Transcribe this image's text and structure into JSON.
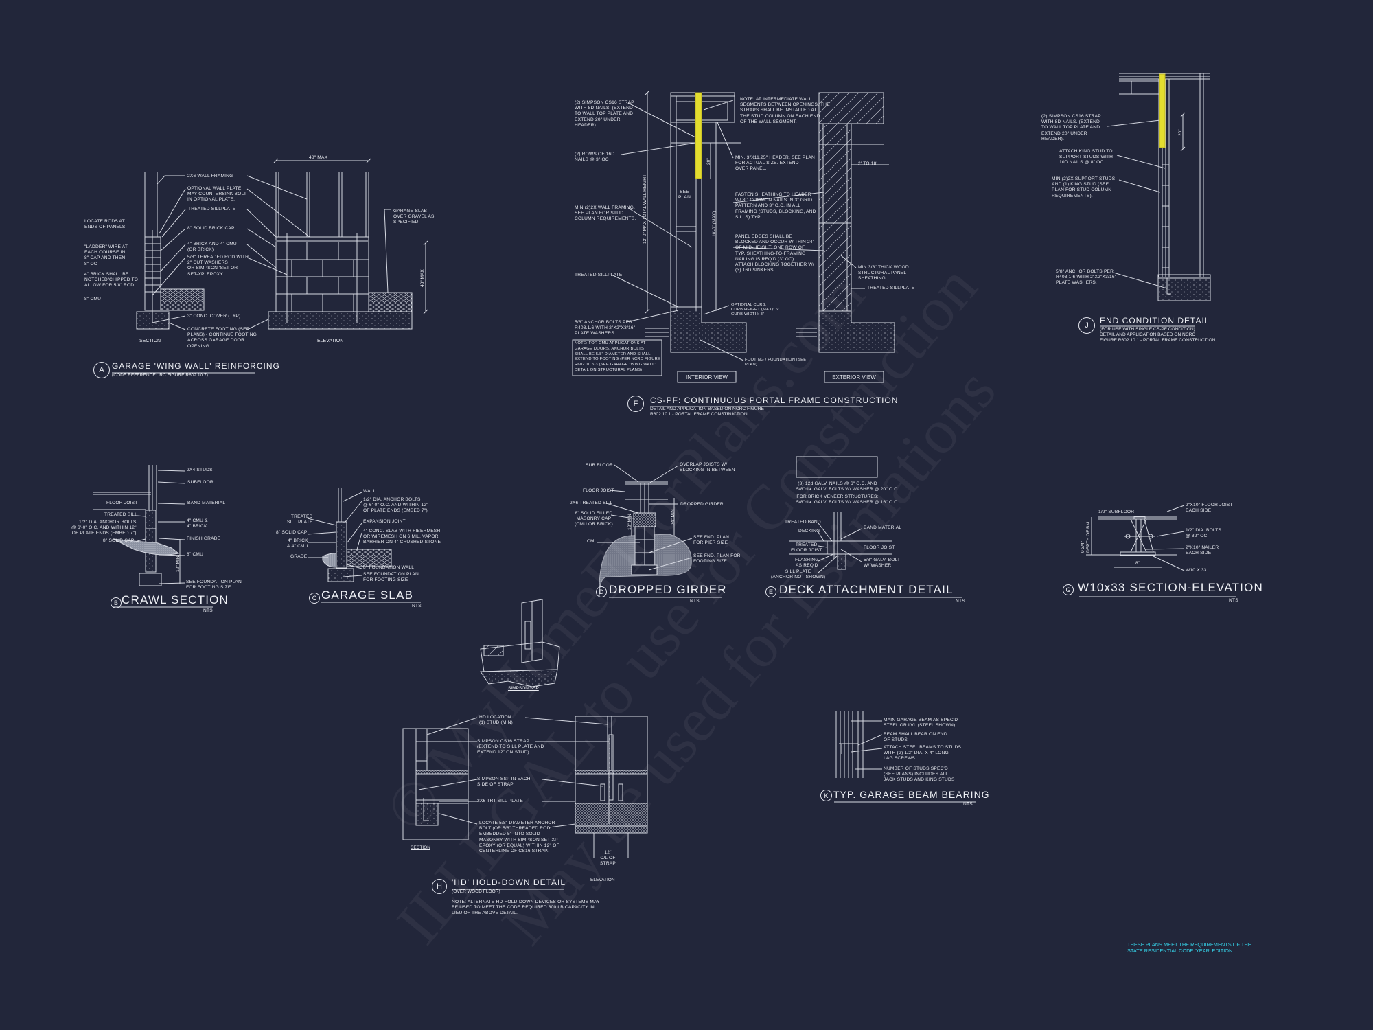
{
  "sheet": {
    "background": "#22263a",
    "line_color": "#d6d9e2",
    "strap_highlight": "#e3dd2f",
    "note_color": "#35d0e6"
  },
  "watermark": [
    "© MyHomeFloorPlans.com",
    "ILLEGAL to use for Construction",
    "May be used for Estimations"
  ],
  "A": {
    "marker": "A",
    "title": "GARAGE 'WING WALL' REINFORCING",
    "subtitle": "(CODE REFERENCE: IRC FIGURE R602.10.7)",
    "section_label": "SECTION",
    "elevation_label": "ELEVATION",
    "dim_top": "48\" MAX",
    "dim_side": "48\" MAX",
    "labels": [
      "2x6 WALL FRAMING",
      "OPTIONAL WALL PLATE.\nMAY COUNTERSINK BOLT\nIN OPTIONAL PLATE.",
      "TREATED SILLPLATE",
      "LOCATE RODS AT\nENDS OF PANELS",
      "8\" SOLID BRICK CAP",
      "4\" BRICK AND 4\" CMU\n(OR BRICK)",
      "5/8\" THREADED ROD WITH\n2\" CUT WASHERS\nOR SIMPSON 'SET OR\nSET-XP' EPOXY.",
      "\"LADDER\" WIRE AT\nEACH COURSE IN\n8\" CAP AND THEN\n8\" OC",
      "4\" BRICK SHALL BE\nNOTCHED/CHIPPED TO\nALLOW FOR 5/8\" ROD",
      "8\" CMU",
      "GARAGE SLAB\nOVER GRAVEL AS\nSPECIFIED",
      "3\" CONC. COVER (TYP)",
      "CONCRETE FOOTING (SEE\nPLANS) - CONTINUE FOOTING\nACROSS GARAGE DOOR\nOPENING"
    ]
  },
  "F": {
    "marker": "F",
    "title": "CS-PF: CONTINUOUS PORTAL FRAME CONSTRUCTION",
    "subtitle": "DETAIL AND APPLICATION BASED ON NCRC FIGURE\nR602.10.1 - PORTAL FRAME CONSTRUCTION",
    "interior_view": "INTERIOR VIEW",
    "exterior_view": "EXTERIOR VIEW",
    "dim_wall": "12'-0\" MAX TOTAL WALL HEIGHT",
    "dim_strap": "20\"",
    "dim_opening": "10'-0\" (MAX)",
    "see_plan": "SEE\nPLAN",
    "dim_width": "2' TO 18'",
    "note_box": "NOTE: FOR CMU APPLICATIONS AT\nGARAGE DOORS, ANCHOR BOLTS\nSHALL BE 5/8\" DIAMETER AND SHALL\nEXTEND TO FOOTING (PER NCRC FIGURE\nR602.10.5.3 (SEE GARAGE \"WING WALL\"\nDETAIL ON STRUCTURAL PLANS)",
    "labels": [
      "(2) SIMPSON CS16 STRAP\nWITH 8d NAILS. (EXTEND\nTO WALL TOP PLATE AND\nEXTEND 20\" UNDER\nHEADER).",
      "(2) ROWS OF 16d\nNAILS @ 3\" OC",
      "MIN (2)2X WALL FRAMING,\nSEE PLAN FOR STUD\nCOLUMN REQUIREMENTS.",
      "TREATED SILLPLATE",
      "5/8\" ANCHOR BOLTS PER\nR403.1.6 WITH 2\"x2\"x3/16\"\nPLATE WASHERS.",
      "NOTE: AT INTERMEDIATE WALL\nSEGMENTS BETWEEN OPENINGS, THE\nSTRAPS SHALL BE INSTALLED AT\nTHE STUD COLUMN ON EACH END\nOF THE WALL SEGMENT.",
      "MIN. 3\"x11.25\" HEADER, SEE PLAN\nFOR ACTUAL SIZE. EXTEND\nOVER PANEL.",
      "FASTEN SHEATHING TO HEADER\nW/ 8d COMMON NAILS IN 3\" GRID\nPATTERN AND 3\" O.C. IN ALL\nFRAMING (STUDS, BLOCKING, AND\nSILLS) TYP.",
      "PANEL EDGES SHALL BE\nBLOCKED AND OCCUR WITHIN 24\"\nOF MID-HEIGHT. ONE ROW OF\nTYP. SHEATHING-TO-FRAMING\nNAILING IS REQ'D (3\" OC).\nATTACH BLOCKING TOGETHER W/\n(3) 16d SINKERS.",
      "OPTIONAL CURB:\nCURB HEIGHT (MAX): 6\"\nCURB WIDTH: 8\"",
      "FOOTING / FOUNDATION (SEE\nPLAN)",
      "MIN 3/8\" THICK WOOD\nSTRUCTURAL PANEL\nSHEATHING",
      "TREATED SILLPLATE"
    ]
  },
  "J": {
    "marker": "J",
    "title": "END CONDITION DETAIL",
    "subtitle": "(FOR USE WITH SINGLE CS-PF CONDITION)\nDETAIL AND APPLICATION BASED ON NCRC\nFIGURE R602.10.1 - PORTAL FRAME CONSTRUCTION",
    "dim_strap": "20\"",
    "labels": [
      "(2) SIMPSON CS16 STRAP\nWITH 8d NAILS. (EXTEND\nTO WALL TOP PLATE AND\nEXTEND 20\" UNDER\nHEADER).",
      "ATTACH KING STUD TO\nSUPPORT STUDS WITH\n10d NAILS @ 8\" OC.",
      "MIN (2)2X SUPPORT STUDS\nAND (1) KING STUD (SEE\nPLAN FOR STUD COLUMN\nREQUIREMENTS).",
      "5/8\" ANCHOR BOLTS PER\nR403.1.6 WITH 2\"x2\"x3/16\"\nPLATE WASHERS."
    ]
  },
  "B": {
    "marker": "B",
    "title": "CRAWL SECTION",
    "scale": "NTS",
    "dim": "12\" MIN.",
    "labels": [
      "2x4 STUDS",
      "SUBFLOOR",
      "FLOOR JOIST",
      "BAND MATERIAL",
      "TREATED SILL",
      "1/2\" DIA. ANCHOR BOLTS\n@ 6'-0\" O.C. AND WITHIN 12\"\nOF PLATE ENDS (EMBED 7\")",
      "4\" CMU &\n4\" BRICK",
      "8\" SOLID CAP",
      "FINISH GRADE",
      "8\" CMU",
      "SEE FOUNDATION PLAN\nFOR FOOTING SIZE"
    ]
  },
  "C": {
    "marker": "C",
    "title": "GARAGE SLAB",
    "scale": "NTS",
    "labels": [
      "WALL",
      "1/2\" DIA. ANCHOR BOLTS\n@ 6'-0\" O.C. AND WITHIN 12\"\nOF PLATE ENDS (EMBED 7\")",
      "TREATED\nSILL PLATE",
      "8\" SOLID CAP",
      "EXPANSION JOINT",
      "4\" CONC. SLAB WITH FIBERMESH\nOR WIREMESH ON 6 MIL. VAPOR\nBARRIER ON 4\" CRUSHED STONE",
      "4\" BRICK\n& 4\" CMU",
      "GRADE",
      "8\" FOUNDATION WALL",
      "SEE FOUNDATION PLAN\nFOR FOOTING SIZE"
    ]
  },
  "D": {
    "marker": "D",
    "title": "DROPPED GIRDER",
    "scale": "NTS",
    "dim_cap": "12\" MIN",
    "dim_height": "24\" MIN",
    "labels": [
      "SUB FLOOR",
      "OVERLAP JOISTS W/\nBLOCKING IN BETWEEN",
      "FLOOR JOIST",
      "2x6 TREATED SILL",
      "DROPPED GIRDER",
      "8\" SOLID FILLED\nMASONRY CAP\n(CMU OR BRICK)",
      "CMU",
      "SEE FND. PLAN\nFOR PIER SIZE",
      "SEE FND. PLAN FOR\nFOOTING SIZE"
    ]
  },
  "E": {
    "marker": "E",
    "title": "DECK ATTACHMENT DETAIL",
    "scale": "NTS",
    "nailing": "(3) 12d GALV. NAILS @ 6\" O.C. AND\n5/8\"dia. GALV. BOLTS W/ WASHER @ 20\" O.C.",
    "brick_veneer": "FOR BRICK VENEER STRUCTURES:\n5/8\"dia. GALV. BOLTS W/ WASHER @ 16\" O.C.",
    "labels": [
      "TREATED BAND",
      "DECKING",
      "TREATED\nFLOOR JOIST",
      "FLASHING\nAS REQ'D",
      "SILL PLATE\n(ANCHOR NOT SHOWN)",
      "BAND MATERIAL",
      "FLOOR JOIST",
      "5/8\" GALV. BOLT\nW/ WASHER"
    ]
  },
  "G": {
    "marker": "G",
    "title": "W10x33 SECTION-ELEVATION",
    "scale": "NTS",
    "dim_depth": "9 3/4\"\nDEPTH OF BM.",
    "dim_width": "8\"",
    "labels": [
      "1/2\" SUBFLOOR",
      "2\"x10\" FLOOR JOIST\nEACH SIDE",
      "1/2\" DIA. BOLTS\n@ 32\" OC.",
      "2\"x10\" NAILER\nEACH SIDE",
      "W10 x 33"
    ]
  },
  "SSP": {
    "label": "SIMPSON SSP"
  },
  "H": {
    "marker": "H",
    "title": "'HD' HOLD-DOWN DETAIL",
    "subtitle": "(OVER WOOD FLOOR)",
    "section_label": "SECTION",
    "elevation_label": "ELEVATION",
    "dim": "12\"\nC/L OF\nSTRAP",
    "note": "NOTE: ALTERNATE HD HOLD-DOWN DEVICES OR SYSTEMS MAY\nBE USED TO MEET THE CODE REQUIRED 800 LB CAPACITY IN\nLIEU OF THE ABOVE DETAIL.",
    "labels": [
      "HD LOCATION\n(1) STUD (MIN)",
      "SIMPSON CS16 STRAP\n(EXTEND TO SILL PLATE AND\nEXTEND 12\" ON STUD)",
      "SIMPSON SSP IN EACH\nSIDE OF STRAP",
      "2x6 TRT SILL PLATE",
      "LOCATE 5/8\" DIAMETER ANCHOR\nBOLT (OR 5/8\" THREADED ROD\nEMBEDDED 5\" INTO SOLID\nMASONRY WITH SIMPSON SET-XP\nEPOXY (OR EQUAL) WITHIN 12\" OF\nCENTERLINE OF CS16 STRAP."
    ]
  },
  "K": {
    "marker": "K",
    "title": "TYP. GARAGE BEAM BEARING",
    "scale": "NTS",
    "labels": [
      "MAIN GARAGE BEAM AS SPEC'D\nSTEEL OR LVL (STEEL SHOWN)",
      "BEAM SHALL BEAR ON END\nOF STUDS",
      "ATTACH STEEL BEAMS TO STUDS\nWITH (2) 1/2\" DIA. x 4\" LONG\nLAG SCREWS",
      "NUMBER OF STUDS SPEC'D\n(SEE PLANS) INCLUDES ALL\nJACK STUDS AND KING STUDS"
    ]
  },
  "code_note": "THESE PLANS MEET THE REQUIREMENTS OF THE\nSTATE RESIDENTIAL CODE 'YEAR' EDITION."
}
